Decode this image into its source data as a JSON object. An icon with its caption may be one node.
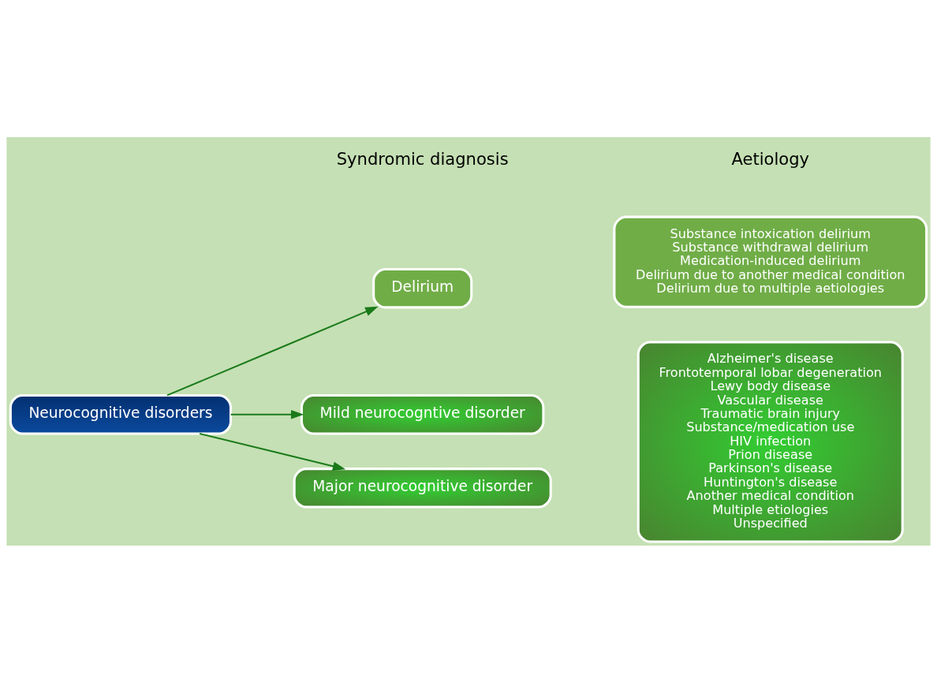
{
  "diagram": {
    "nodes": [
      {
        "text": [
          "Neurocognitive disorders"
        ]
      },
      {
        "text": [
          "Delirium"
        ]
      },
      {
        "text": [
          "Mild neurocogntive disorder"
        ]
      },
      {
        "text": [
          "Major neurocognitive disorder"
        ]
      },
      {
        "text": [
          "Substance intoxication delirium",
          "Substance withdrawal delirium",
          "Medication-induced delirium",
          "Delirium due to another medical condition",
          "Delirium due to multiple aetiologies"
        ]
      },
      {
        "text": [
          "Alzheimer's disease",
          "Frontotemporal lobar degeneration",
          "Lewy body disease",
          "Vascular disease",
          "Traumatic brain injury",
          "Substance/medication use",
          "HIV infection",
          "Prion disease",
          "Parkinson's disease",
          "Huntington's disease",
          "Another medical condition",
          "Multiple etiologies",
          "Unspecified"
        ]
      }
    ],
    "edges": [
      {
        "from": 0,
        "to": 1,
        "arrow": "to"
      },
      {
        "from": 0,
        "to": 2,
        "arrow": "to"
      },
      {
        "from": 0,
        "to": 3,
        "arrow": "to"
      }
    ],
    "labels": [
      "Syndromic diagnosis",
      "Aetiology"
    ]
  }
}
